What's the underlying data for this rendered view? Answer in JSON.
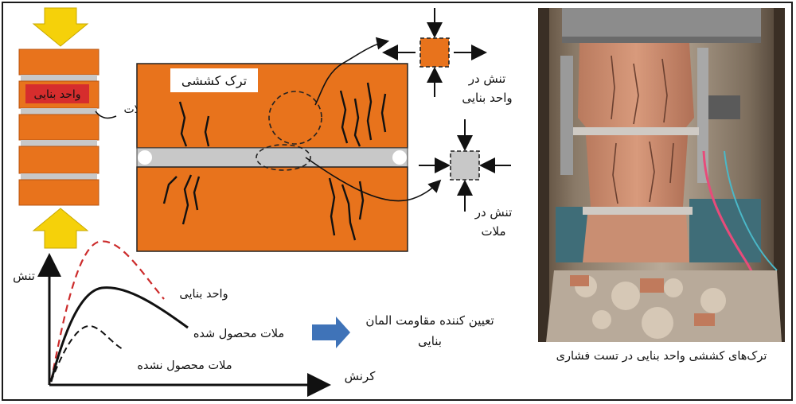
{
  "labels": {
    "masonry_unit": "واحد بنایی",
    "mortar": "ملات",
    "tensile_crack": "ترک کششی",
    "stress_masonry_line1": "تنش در",
    "stress_masonry_line2": "واحد بنایی",
    "stress_mortar_line1": "تنش در",
    "stress_mortar_line2": "ملات",
    "y_axis": "تنش",
    "x_axis": "کرنش",
    "curve_masonry": "واحد بنایی",
    "curve_confined": "ملات محصول شده",
    "curve_unconfined": "ملات محصول نشده",
    "result_line1": "تعیین کننده مقاومت المان",
    "result_line2": "بنایی",
    "photo_caption": "ترک‌های کششی واحد بنایی در تست فشاری"
  },
  "colors": {
    "brick": "#e8731c",
    "mortar": "#c8c8c8",
    "arrow_yellow": "#f5d10a",
    "arrow_blue": "#3f73b8",
    "dashed_red": "#cc2b2b",
    "label_box": "#d62d2d"
  },
  "icons": [
    "load-arrow-down-icon",
    "load-arrow-up-icon",
    "stress-arrows-icon",
    "result-arrow-icon"
  ]
}
